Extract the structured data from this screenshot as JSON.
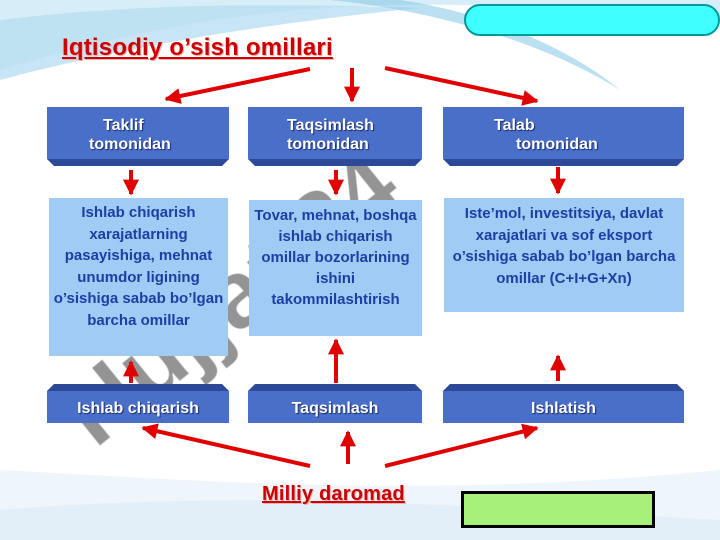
{
  "title": "Iqtisodiy o’sish omillari",
  "footer_title": "Milliy daromad",
  "header_boxes": [
    {
      "line1": "Taklif",
      "line2": "tomonidan"
    },
    {
      "line1": "Taqsimlash",
      "line2": "tomonidan"
    },
    {
      "line1": "Talab",
      "line2": "tomonidan"
    }
  ],
  "descriptions": [
    "Ishlab chiqarish xarajatlarning pasayishiga, mehnat unumdor ligining o’sishiga sabab bo’lgan barcha omillar",
    "Tovar, mehnat, boshqa ishlab chiqarish omillar bozorlarining ishini takommilashtirish",
    "Iste’mol, investitsiya, davlat xarajatlari va sof eksport o’sishiga sabab bo’lgan barcha omillar (C+I+G+Xn)"
  ],
  "bottom_boxes": [
    "Ishlab chiqarish",
    "Taqsimlash",
    "Ishlatish"
  ],
  "watermark": "Hujjat.24",
  "colors": {
    "arrow": "#e00000",
    "header_box": "#4a6fc8",
    "desc_box": "#9fcbf5",
    "title": "#cc0000"
  }
}
